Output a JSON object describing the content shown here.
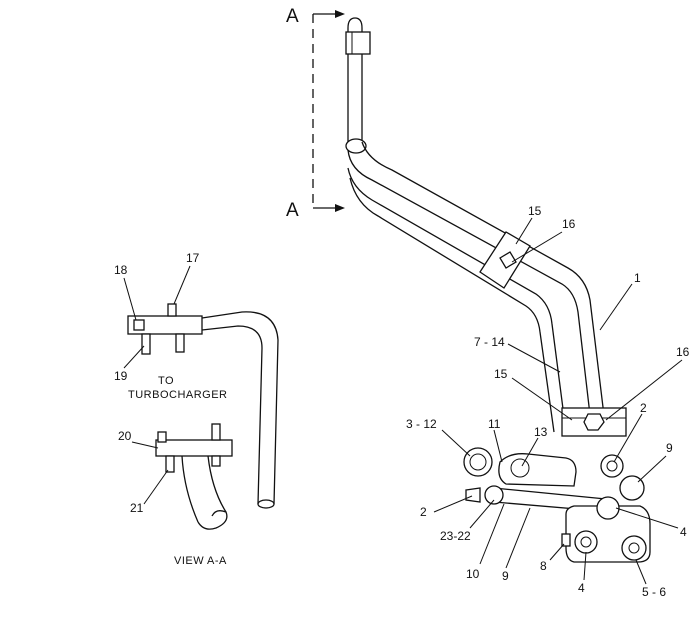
{
  "section": {
    "marker_top": "A",
    "marker_bottom": "A",
    "view_title": "VIEW A-A"
  },
  "destination": {
    "line1": "TO",
    "line2": "TURBOCHARGER"
  },
  "callouts": {
    "c1": "1",
    "c2_upper": "2",
    "c2_left": "2",
    "c3_12": "3 - 12",
    "c4_right": "4",
    "c4_bottom": "4",
    "c5_6": "5 - 6",
    "c7_14": "7 - 14",
    "c8": "8",
    "c9_right": "9",
    "c9_bottom": "9",
    "c10": "10",
    "c11": "11",
    "c13": "13",
    "c15_upper": "15",
    "c15_lower": "15",
    "c16_upper": "16",
    "c16_lower": "16",
    "c17": "17",
    "c18": "18",
    "c19": "19",
    "c20": "20",
    "c21": "21",
    "c23_22": "23-22"
  }
}
